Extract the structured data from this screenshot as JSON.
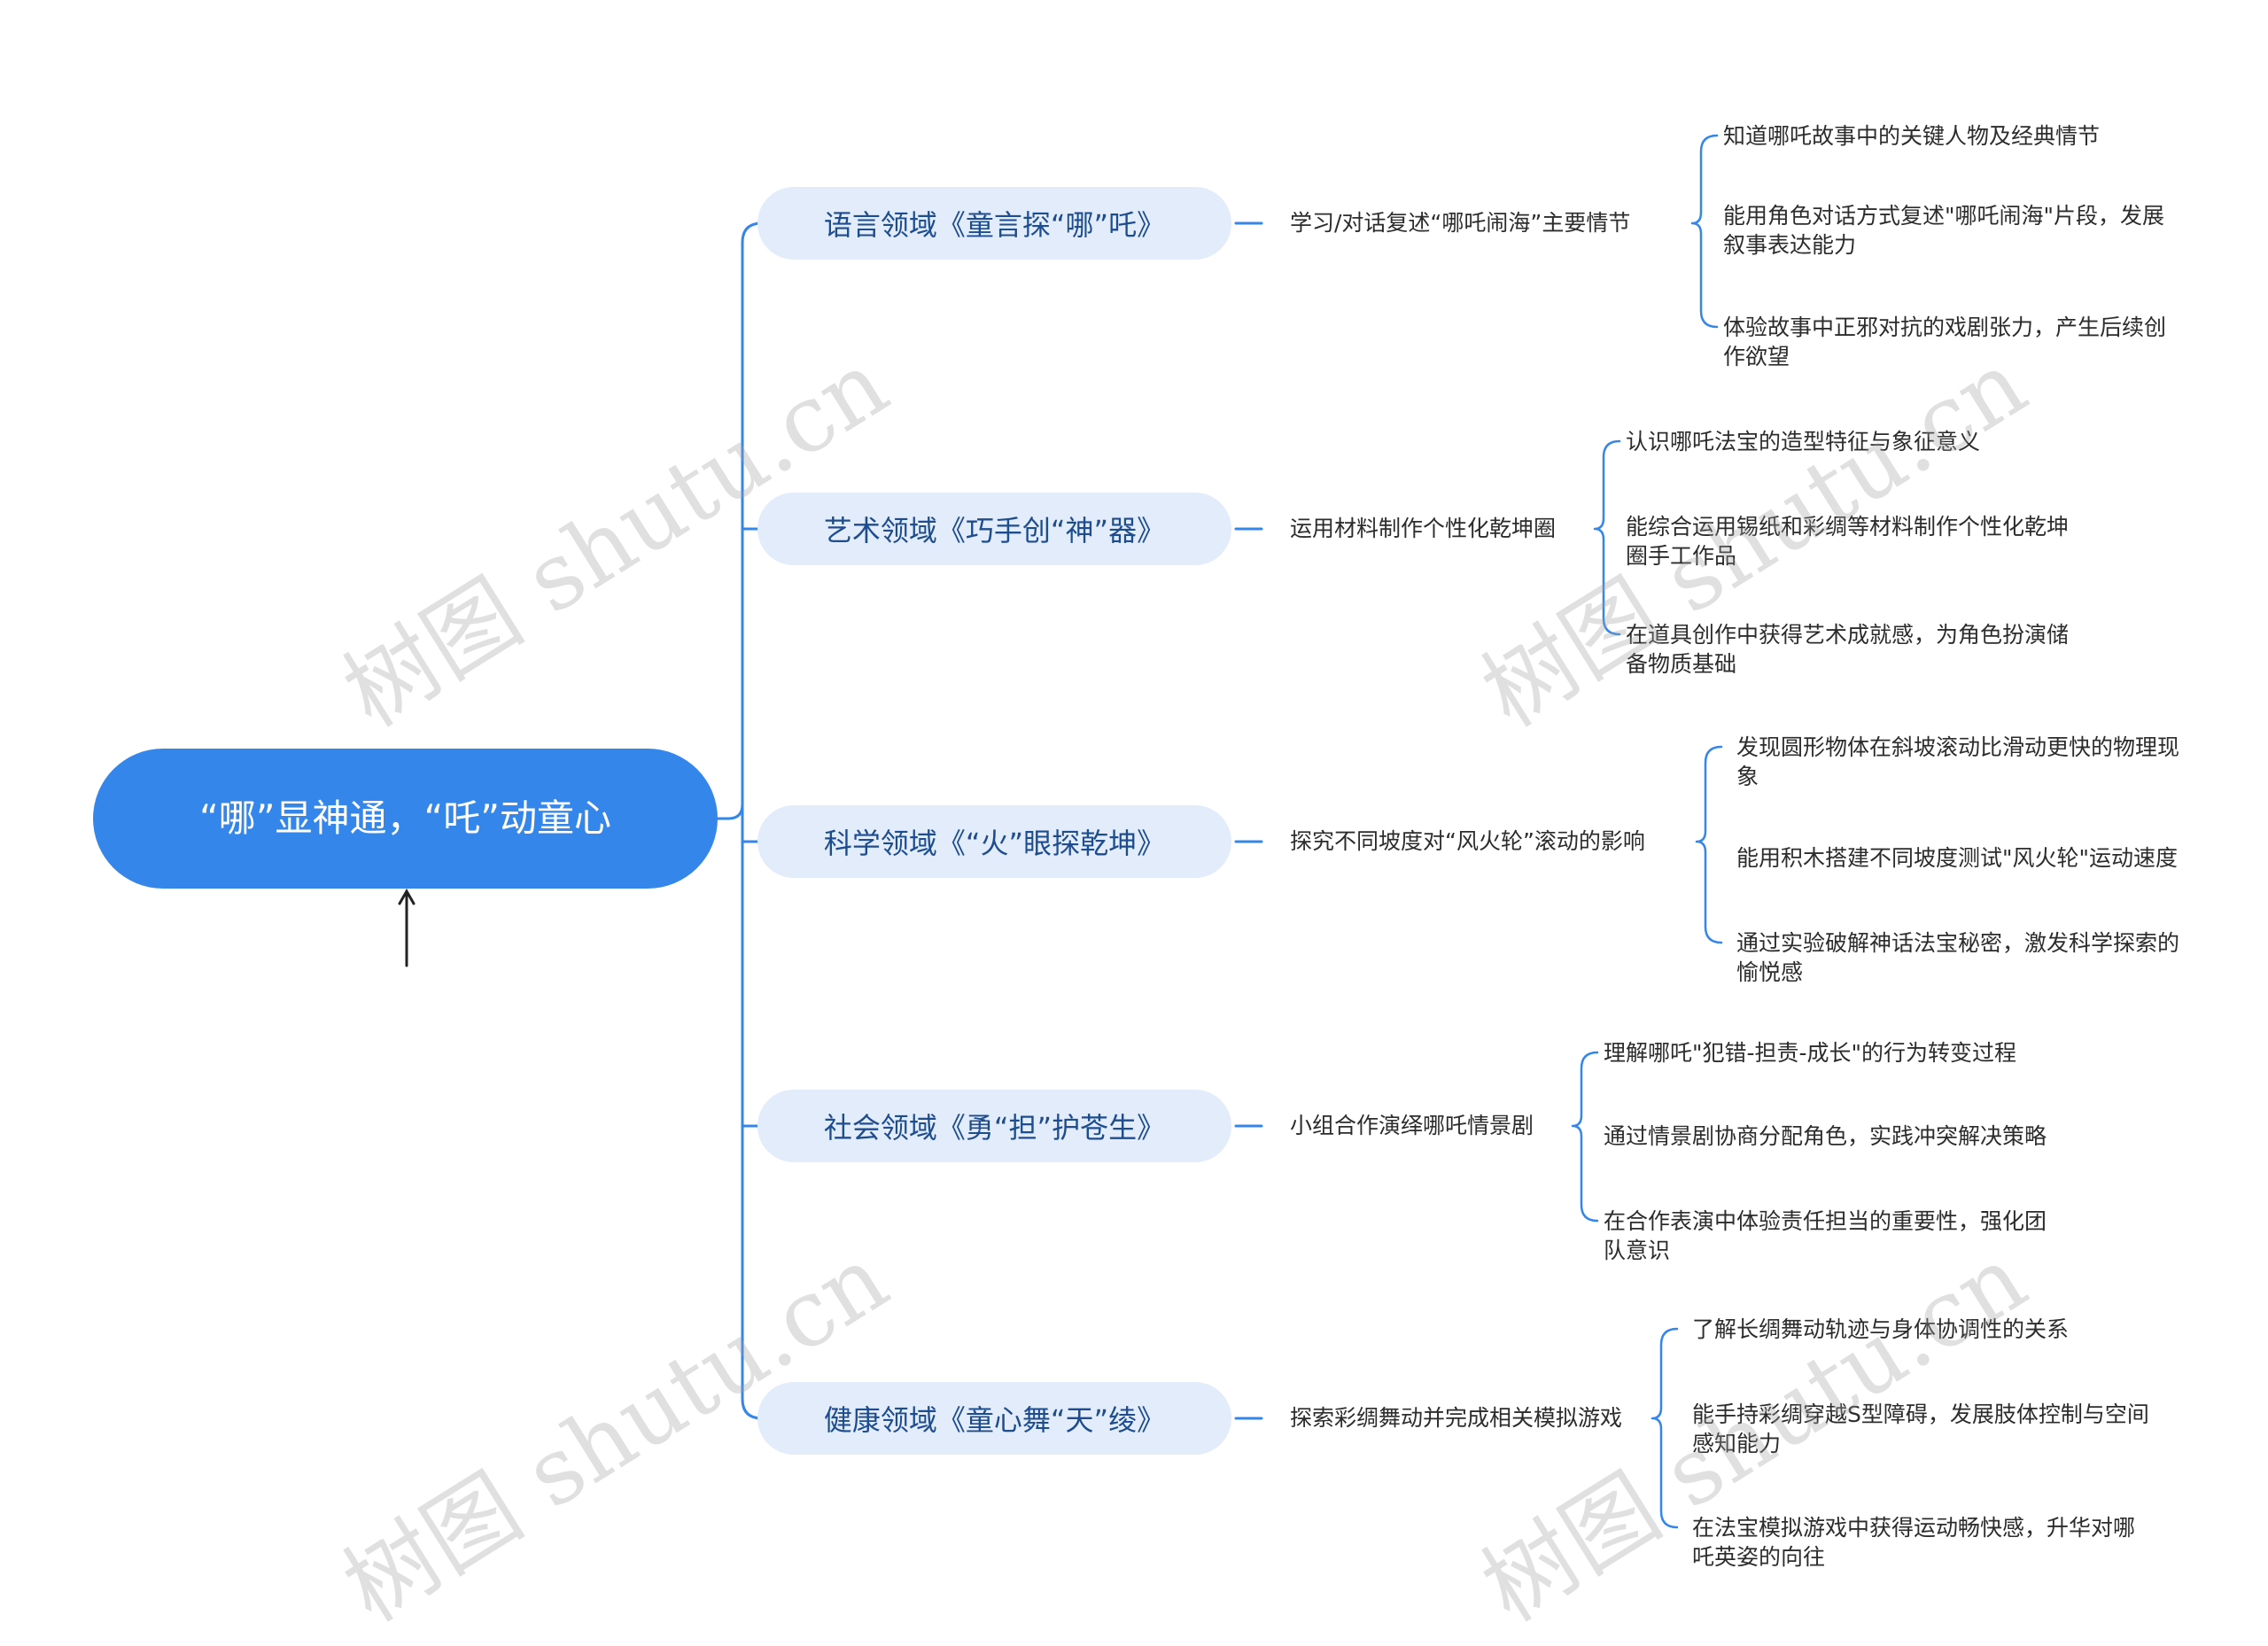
{
  "colors": {
    "root_bg": "#3486ea",
    "branch_bg": "#e3ecfb",
    "branch_text": "#1d4d8f",
    "line": "#3486ea",
    "text": "#2c2c2c",
    "watermark": "rgba(160,160,160,0.32)"
  },
  "root": {
    "title": "“哪”显神通，“吒”动童心"
  },
  "branches": [
    {
      "label": "语言领域《童言探“哪”吒》",
      "detail": "学习/对话复述“哪吒闹海”主要情节",
      "items": [
        "知道哪吒故事中的关键人物及经典情节",
        "能用角色对话方式复述\"哪吒闹海\"片段，发展叙事表达能力",
        "体验故事中正邪对抗的戏剧张力，产生后续创作欲望"
      ]
    },
    {
      "label": "艺术领域《巧手创“神”器》",
      "detail": "运用材料制作个性化乾坤圈",
      "items": [
        "认识哪吒法宝的造型特征与象征意义",
        "能综合运用锡纸和彩绸等材料制作个性化乾坤圈手工作品",
        "在道具创作中获得艺术成就感，为角色扮演储备物质基础"
      ]
    },
    {
      "label": "科学领域《“火”眼探乾坤》",
      "detail": "探究不同坡度对“风火轮”滚动的影响",
      "items": [
        "发现圆形物体在斜坡滚动比滑动更快的物理现象",
        "能用积木搭建不同坡度测试\"风火轮\"运动速度",
        "通过实验破解神话法宝秘密，激发科学探索的愉悦感"
      ]
    },
    {
      "label": "社会领域《勇“担”护苍生》",
      "detail": "小组合作演绎哪吒情景剧",
      "items": [
        "理解哪吒\"犯错-担责-成长\"的行为转变过程",
        "通过情景剧协商分配角色，实践冲突解决策略",
        "在合作表演中体验责任担当的重要性，强化团队意识"
      ]
    },
    {
      "label": "健康领域《童心舞“天”绫》",
      "detail": "探索彩绸舞动并完成相关模拟游戏",
      "items": [
        "了解长绸舞动轨迹与身体协调性的关系",
        "能手持彩绸穿越S型障碍，发展肢体控制与空间感知能力",
        "在法宝模拟游戏中获得运动畅快感，升华对哪吒英姿的向往"
      ]
    }
  ],
  "watermark": "树图 shutu.cn"
}
